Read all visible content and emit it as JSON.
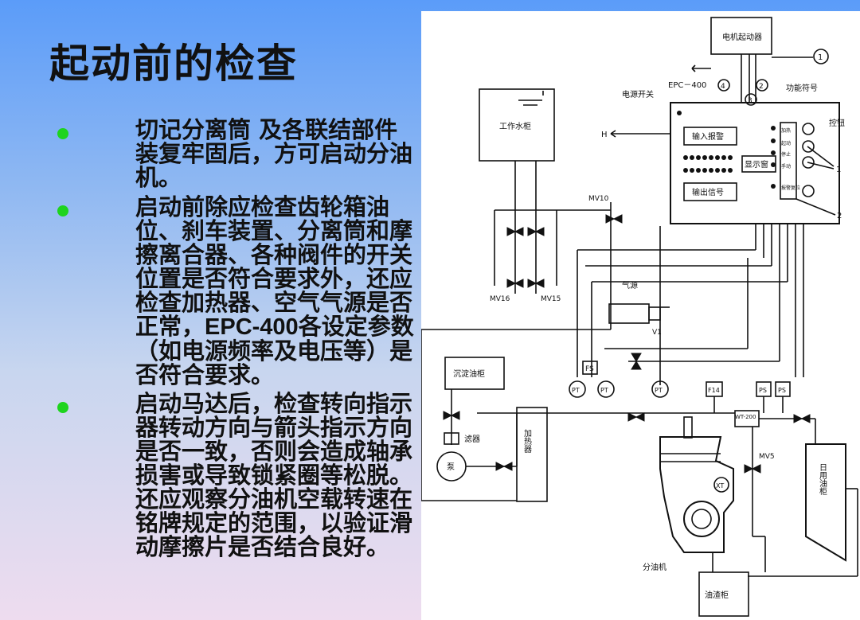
{
  "title": "起动前的检查",
  "bullets": [
    {
      "pre": "切记分离筒 及各联结部件装复牢固后，方可启动分油机。",
      "bold": "",
      "post": ""
    },
    {
      "pre": "启动前除应检查齿轮箱油位、刹车装置、分离筒和摩擦离合器、各种阀件的开关位置是否符合要求外，还应检查加热器、空气气源是否正常，",
      "bold": "EPC-400",
      "post": "各设定参数（如电源频率及电压等）是否符合要求。"
    },
    {
      "pre": "启动马达后，检查转向指示器转动方向与箭头指示方向是否一致，否则会造成轴承损害或导致锁紧圈等松脱。还应观察分油机空载转速在铭牌规定的范围，以验证滑动摩擦片是否结合良好。",
      "bold": "",
      "post": ""
    }
  ],
  "colors": {
    "bullet": "#1ed41e",
    "bg_top": "#5b9cf9",
    "bg_bottom": "#eedcef"
  },
  "diagram": {
    "labels": {
      "motor_starter": "电机起动器",
      "power_switch": "电源开关",
      "epc": "EPC－400",
      "function_symbol": "功能符号",
      "control_button": "控钮",
      "work_tank": "工作水柜",
      "h_label": "H",
      "input_alarm": "输入报警",
      "display": "显示窗",
      "output_signal": "输出信号",
      "air_source": "气源",
      "settling_tank": "沉淀油柜",
      "filter": "滤器",
      "pump": "泵",
      "heater": "加热器",
      "separator": "分油机",
      "sludge_tank": "油渣柜",
      "daily_tank": "日用油柜",
      "fs": "FS",
      "pt": "PT",
      "f14": "F14",
      "ps": "PS",
      "wt200": "WT-200",
      "xt": "XT",
      "mv5": "MV5",
      "mv10": "MV10",
      "mv16": "MV16",
      "mv15": "MV15",
      "v1": "V1",
      "n1": "1",
      "n2": "2",
      "n3": "3",
      "n4": "4",
      "panel_buttons": [
        "加热",
        "起动",
        "停止",
        "手动",
        "报警复位"
      ]
    }
  }
}
